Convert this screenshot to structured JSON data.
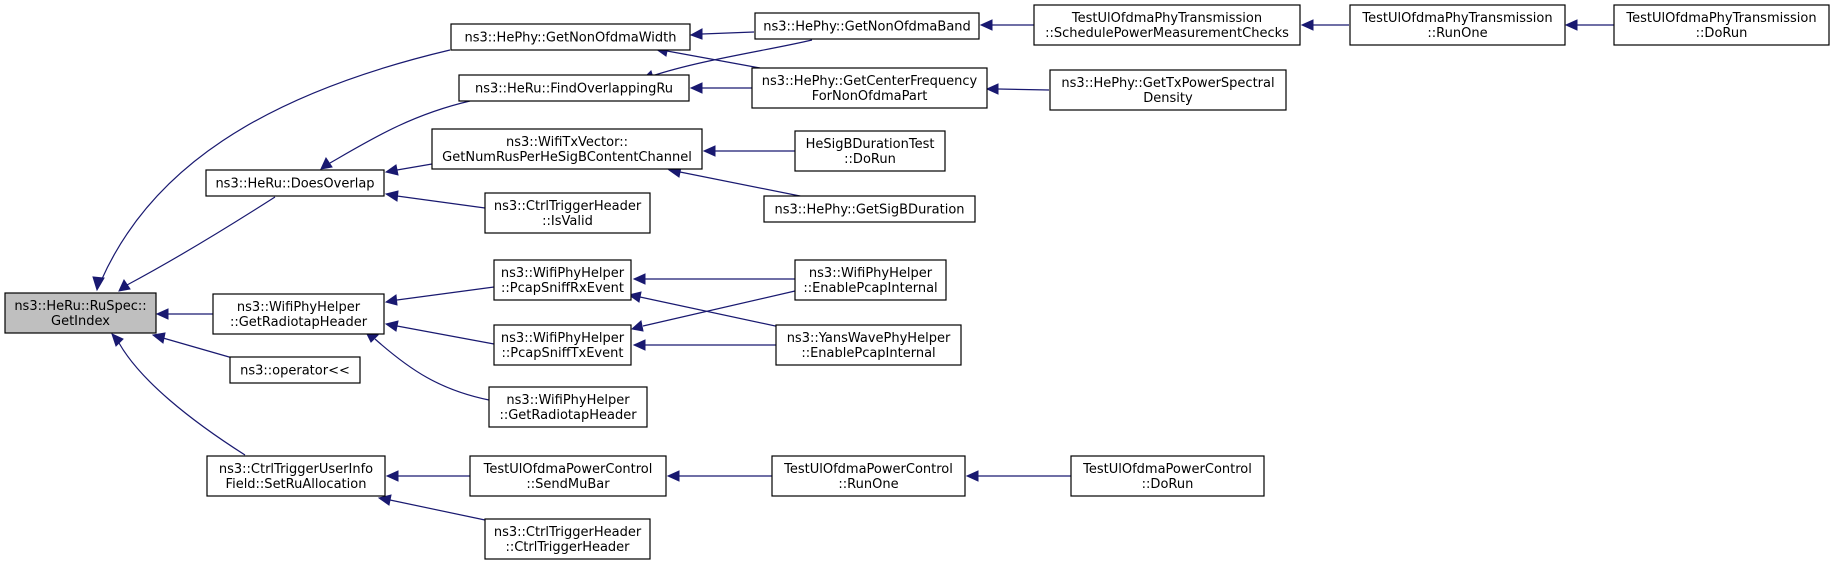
{
  "graph": {
    "edge_color": "#191970",
    "root_fill": "#bfbfbf",
    "nodes": [
      {
        "id": "n_getindex",
        "lines": [
          "ns3::HeRu::RuSpec::",
          "GetIndex"
        ],
        "root": true
      },
      {
        "id": "n_nonofdmawidth",
        "lines": [
          "ns3::HePhy::GetNonOfdmaWidth"
        ]
      },
      {
        "id": "n_findoverlapping",
        "lines": [
          "ns3::HeRu::FindOverlappingRu"
        ]
      },
      {
        "id": "n_doesoverlap",
        "lines": [
          "ns3::HeRu::DoesOverlap"
        ]
      },
      {
        "id": "n_getnumrus",
        "lines": [
          "ns3::WifiTxVector::",
          "GetNumRusPerHeSigBContentChannel"
        ]
      },
      {
        "id": "n_isvalid",
        "lines": [
          "ns3::CtrlTriggerHeader",
          "::IsValid"
        ]
      },
      {
        "id": "n_radiotap1",
        "lines": [
          "ns3::WifiPhyHelper",
          "::GetRadiotapHeader"
        ]
      },
      {
        "id": "n_pcaprx",
        "lines": [
          "ns3::WifiPhyHelper",
          "::PcapSniffRxEvent"
        ]
      },
      {
        "id": "n_pcaptx",
        "lines": [
          "ns3::WifiPhyHelper",
          "::PcapSniffTxEvent"
        ]
      },
      {
        "id": "n_operator",
        "lines": [
          "ns3::operator<<"
        ]
      },
      {
        "id": "n_radiotap2",
        "lines": [
          "ns3::WifiPhyHelper",
          "::GetRadiotapHeader"
        ]
      },
      {
        "id": "n_setru",
        "lines": [
          "ns3::CtrlTriggerUserInfo",
          "Field::SetRuAllocation"
        ]
      },
      {
        "id": "n_sendmubar",
        "lines": [
          "TestUlOfdmaPowerControl",
          "::SendMuBar"
        ]
      },
      {
        "id": "n_ctrlheader",
        "lines": [
          "ns3::CtrlTriggerHeader",
          "::CtrlTriggerHeader"
        ]
      },
      {
        "id": "n_nonofdmaband",
        "lines": [
          "ns3::HePhy::GetNonOfdmaBand"
        ]
      },
      {
        "id": "n_centerfreq",
        "lines": [
          "ns3::HePhy::GetCenterFrequency",
          "ForNonOfdmaPart"
        ]
      },
      {
        "id": "n_sigbtest",
        "lines": [
          "HeSigBDurationTest",
          "::DoRun"
        ]
      },
      {
        "id": "n_sigbduration",
        "lines": [
          "ns3::HePhy::GetSigBDuration"
        ]
      },
      {
        "id": "n_enablepcap",
        "lines": [
          "ns3::WifiPhyHelper",
          "::EnablePcapInternal"
        ]
      },
      {
        "id": "n_yanspcap",
        "lines": [
          "ns3::YansWavePhyHelper",
          "::EnablePcapInternal"
        ]
      },
      {
        "id": "n_pc_runone",
        "lines": [
          "TestUlOfdmaPowerControl",
          "::RunOne"
        ]
      },
      {
        "id": "n_pc_dorun",
        "lines": [
          "TestUlOfdmaPowerControl",
          "::DoRun"
        ]
      },
      {
        "id": "n_schedpower",
        "lines": [
          "TestUlOfdmaPhyTransmission",
          "::SchedulePowerMeasurementChecks"
        ]
      },
      {
        "id": "n_txpsd",
        "lines": [
          "ns3::HePhy::GetTxPowerSpectral",
          "Density"
        ]
      },
      {
        "id": "n_pt_runone",
        "lines": [
          "TestUlOfdmaPhyTransmission",
          "::RunOne"
        ]
      },
      {
        "id": "n_pt_dorun",
        "lines": [
          "TestUlOfdmaPhyTransmission",
          "::DoRun"
        ]
      }
    ]
  }
}
